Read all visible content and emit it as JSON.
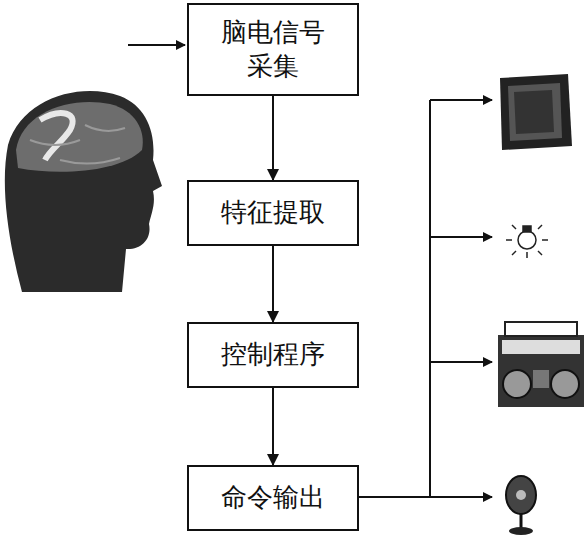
{
  "diagram": {
    "nodes": [
      {
        "text": [
          "脑电信号 采集"
        ]
      },
      {
        "text": [
          "特征提取"
        ]
      },
      {
        "text": [
          "控制程序"
        ]
      },
      {
        "text": [
          "命令输出"
        ]
      }
    ],
    "edges": [
      {
        "from": 0,
        "to": 1,
        "arrow": "to"
      },
      {
        "from": 1,
        "to": 2,
        "arrow": "to"
      },
      {
        "from": 2,
        "to": 3,
        "arrow": "to"
      }
    ]
  }
}
